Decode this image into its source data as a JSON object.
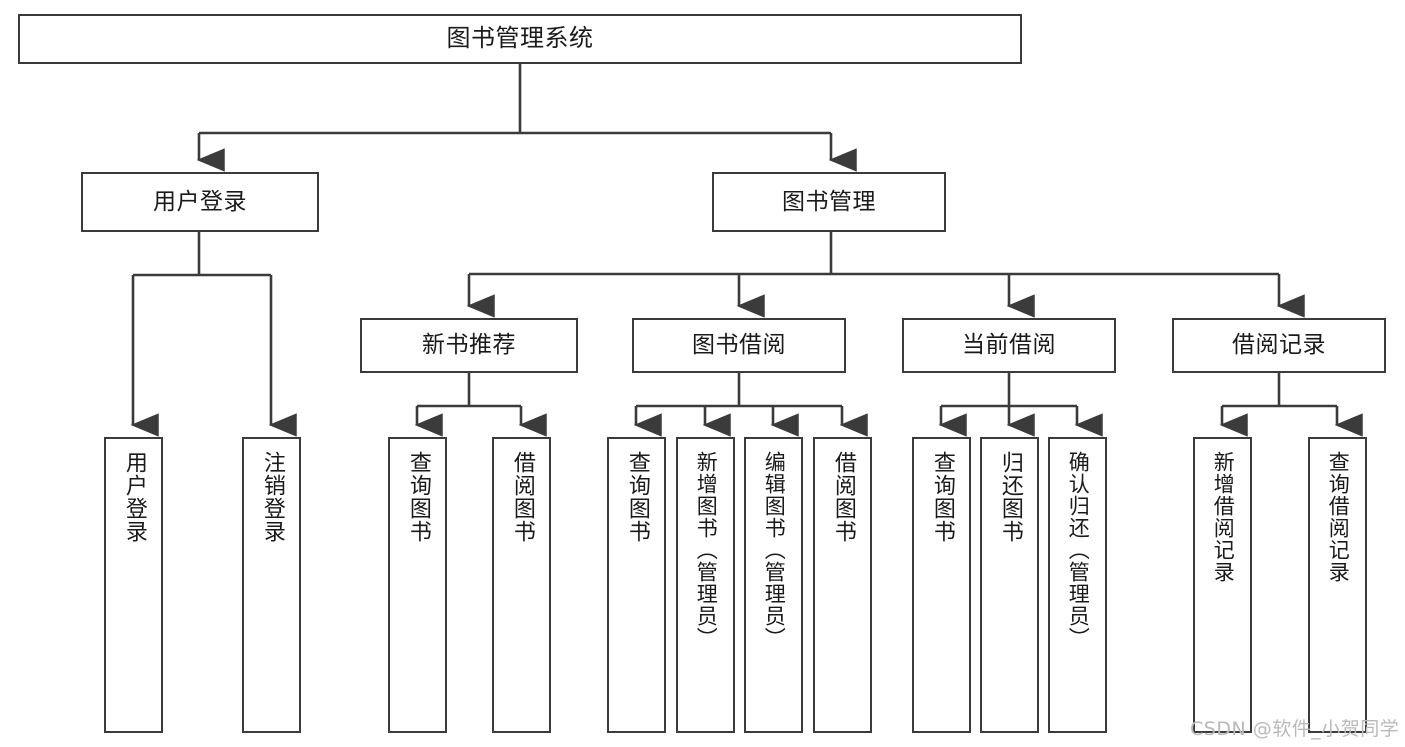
{
  "diagram": {
    "type": "tree-hierarchy-chart",
    "title": "图书管理系统",
    "stroke_color": "#3b3b3b",
    "background_color": "#ffffff",
    "text_color": "#1a1a1a",
    "levels": {
      "root": {
        "label": "图书管理系统"
      },
      "level2": [
        {
          "label": "用户登录"
        },
        {
          "label": "图书管理"
        }
      ],
      "level3": [
        {
          "label": "新书推荐"
        },
        {
          "label": "图书借阅"
        },
        {
          "label": "当前借阅"
        },
        {
          "label": "借阅记录"
        }
      ],
      "leaves": {
        "user_login": [
          {
            "label": "用户登录"
          },
          {
            "label": "注销登录"
          }
        ],
        "new_book_recommend": [
          {
            "label": "查询图书"
          },
          {
            "label": "借阅图书"
          }
        ],
        "book_borrow": [
          {
            "label": "查询图书"
          },
          {
            "label": "新增图书（管理员）"
          },
          {
            "label": "编辑图书（管理员）"
          },
          {
            "label": "借阅图书"
          }
        ],
        "current_borrow": [
          {
            "label": "查询图书"
          },
          {
            "label": "归还图书"
          },
          {
            "label": "确认归还（管理员）"
          }
        ],
        "borrow_record": [
          {
            "label": "新增借阅记录"
          },
          {
            "label": "查询借阅记录"
          }
        ]
      }
    }
  },
  "watermark": {
    "text": "CSDN @软件_小贺同学"
  }
}
